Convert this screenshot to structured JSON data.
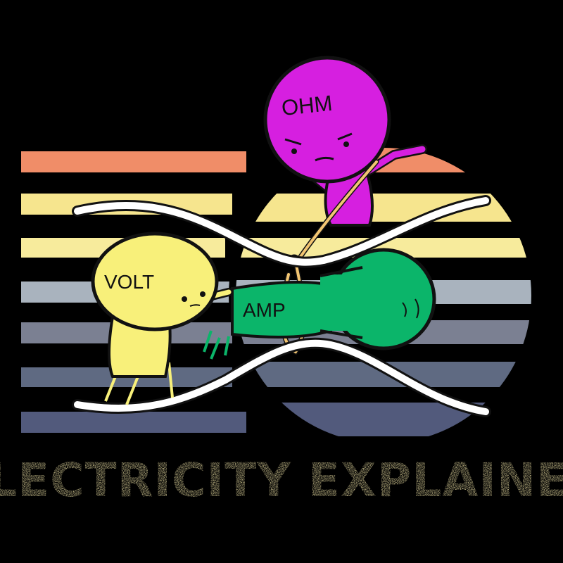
{
  "title": "ELECTRICITY EXPLAINED",
  "characters": {
    "ohm": {
      "label": "OHM",
      "color": "#d61fe0"
    },
    "volt": {
      "label": "VOLT",
      "color": "#f8f07a"
    },
    "amp": {
      "label": "AMP",
      "color": "#0bb56a"
    }
  },
  "colors": {
    "background": "#000000",
    "title": "#efe3a6",
    "wire": "#ffffff",
    "rope": "#f2c572",
    "stripes": [
      "#f08d68",
      "#f6e58e",
      "#f7eb9c",
      "#a9b3be",
      "#9aa2b0",
      "#7b8092",
      "#5f6a82",
      "#525a7c"
    ]
  },
  "icons": [
    "sunset-stripes",
    "resistor-wire",
    "rope"
  ]
}
